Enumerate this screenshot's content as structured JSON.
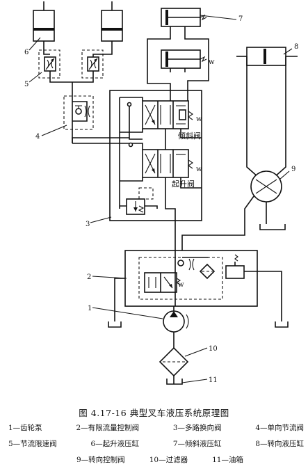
{
  "figure": {
    "caption": "图 4.17-16   典型叉车液压系统原理图",
    "callouts": [
      "1",
      "2",
      "3",
      "4",
      "5",
      "6",
      "7",
      "8",
      "9",
      "10",
      "11"
    ],
    "valve_labels": {
      "tilt": "倾斜阀",
      "lift": "起升阀"
    },
    "port_letters": {
      "w1": "w",
      "w2": "w",
      "w3": "w",
      "w4": "w"
    },
    "legend": [
      "1—齿轮泵",
      "2—有限流量控制阀",
      "3—多路换向阀",
      "4—单向节流阀",
      "5—节流限速阀",
      "6—起升液压缸",
      "7—倾斜液压缸",
      "8—转向液压缸",
      "9—转向控制阀",
      "10—过滤器",
      "11—油箱"
    ]
  }
}
